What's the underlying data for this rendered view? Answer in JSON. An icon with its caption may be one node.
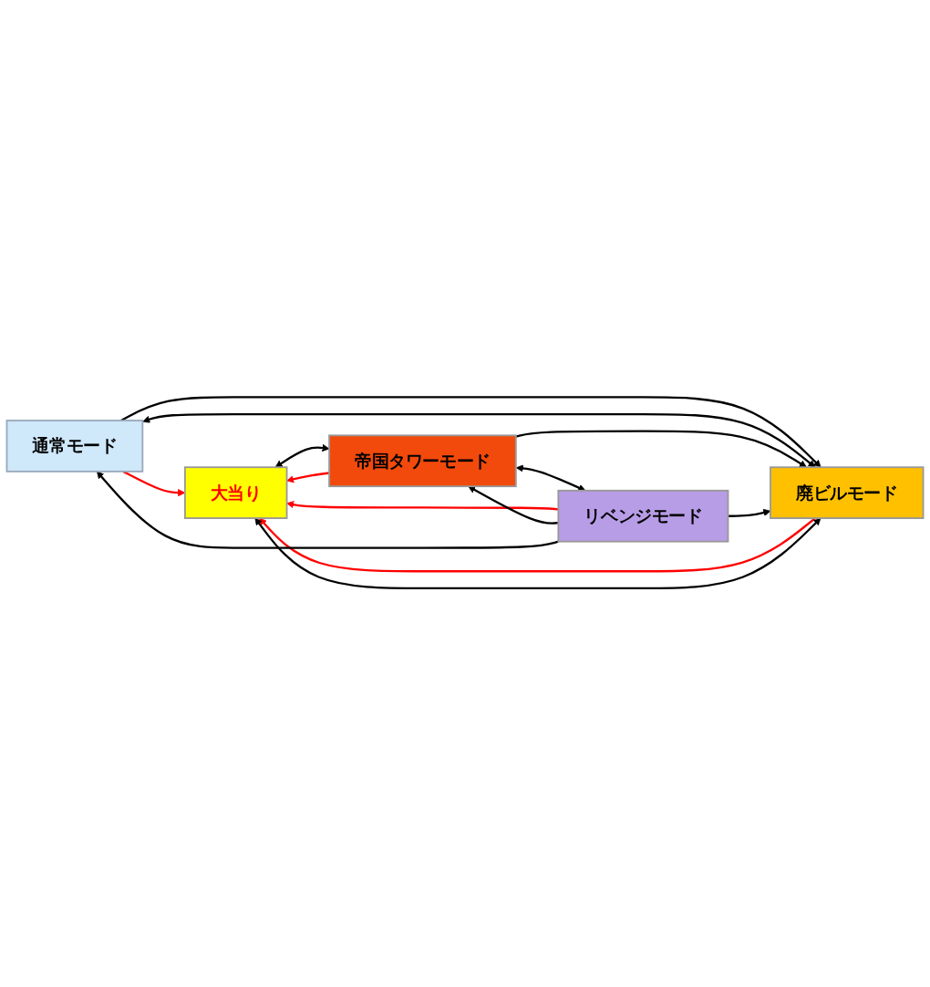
{
  "diagram": {
    "nodes": [
      {
        "text": [
          "通常モード"
        ]
      },
      {
        "text": [
          "廃ビルモード"
        ]
      },
      {
        "text": [
          "大当り"
        ]
      },
      {
        "text": [
          "帝国タワーモード"
        ]
      },
      {
        "text": [
          "リベンジモード"
        ]
      }
    ],
    "edges": [
      {
        "from": 0,
        "to": 2,
        "arrow": "to",
        "color": "#ff0000"
      },
      {
        "from": 4,
        "to": 2,
        "arrow": "to",
        "color": "#ff0000"
      },
      {
        "from": 0,
        "to": 1,
        "arrow": "to"
      },
      {
        "from": 1,
        "to": 2,
        "arrow": "to",
        "color": "#ff0000"
      },
      {
        "from": 3,
        "to": 2,
        "arrow": "to",
        "color": "#ff0000"
      },
      {
        "from": 4,
        "to": 3,
        "arrow": "to"
      },
      {
        "from": 0,
        "to": 1,
        "arrow": "both"
      },
      {
        "from": 1,
        "to": 2,
        "arrow": "both"
      },
      {
        "from": 2,
        "to": 3,
        "arrow": "both"
      },
      {
        "from": 3,
        "to": 4,
        "arrow": "both"
      },
      {
        "from": 3,
        "to": 1,
        "arrow": "to"
      },
      {
        "from": 4,
        "to": 1,
        "arrow": "to"
      },
      {
        "from": 4,
        "to": 0,
        "arrow": "to"
      }
    ]
  }
}
